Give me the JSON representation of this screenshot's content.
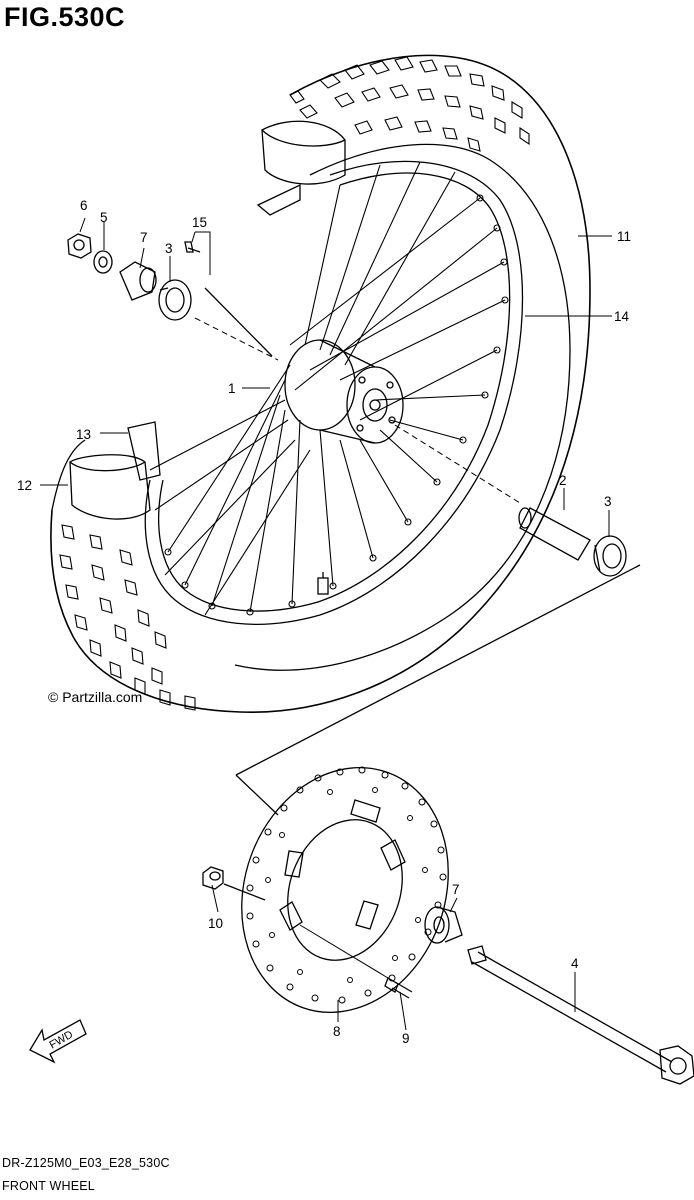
{
  "figure": {
    "title": "FIG.530C"
  },
  "watermark": "© Partzilla.com",
  "callouts": [
    {
      "id": "6",
      "label": "6"
    },
    {
      "id": "5",
      "label": "5"
    },
    {
      "id": "7a",
      "label": "7"
    },
    {
      "id": "3a",
      "label": "3"
    },
    {
      "id": "15",
      "label": "15"
    },
    {
      "id": "11",
      "label": "11"
    },
    {
      "id": "14",
      "label": "14"
    },
    {
      "id": "1",
      "label": "1"
    },
    {
      "id": "13",
      "label": "13"
    },
    {
      "id": "12",
      "label": "12"
    },
    {
      "id": "2",
      "label": "2"
    },
    {
      "id": "3b",
      "label": "3"
    },
    {
      "id": "10",
      "label": "10"
    },
    {
      "id": "7b",
      "label": "7"
    },
    {
      "id": "4",
      "label": "4"
    },
    {
      "id": "8",
      "label": "8"
    },
    {
      "id": "9",
      "label": "9"
    }
  ],
  "fwd_label": "FWD",
  "footer": {
    "code": "DR-Z125M0_E03_E28_530C",
    "caption": "FRONT WHEEL"
  }
}
